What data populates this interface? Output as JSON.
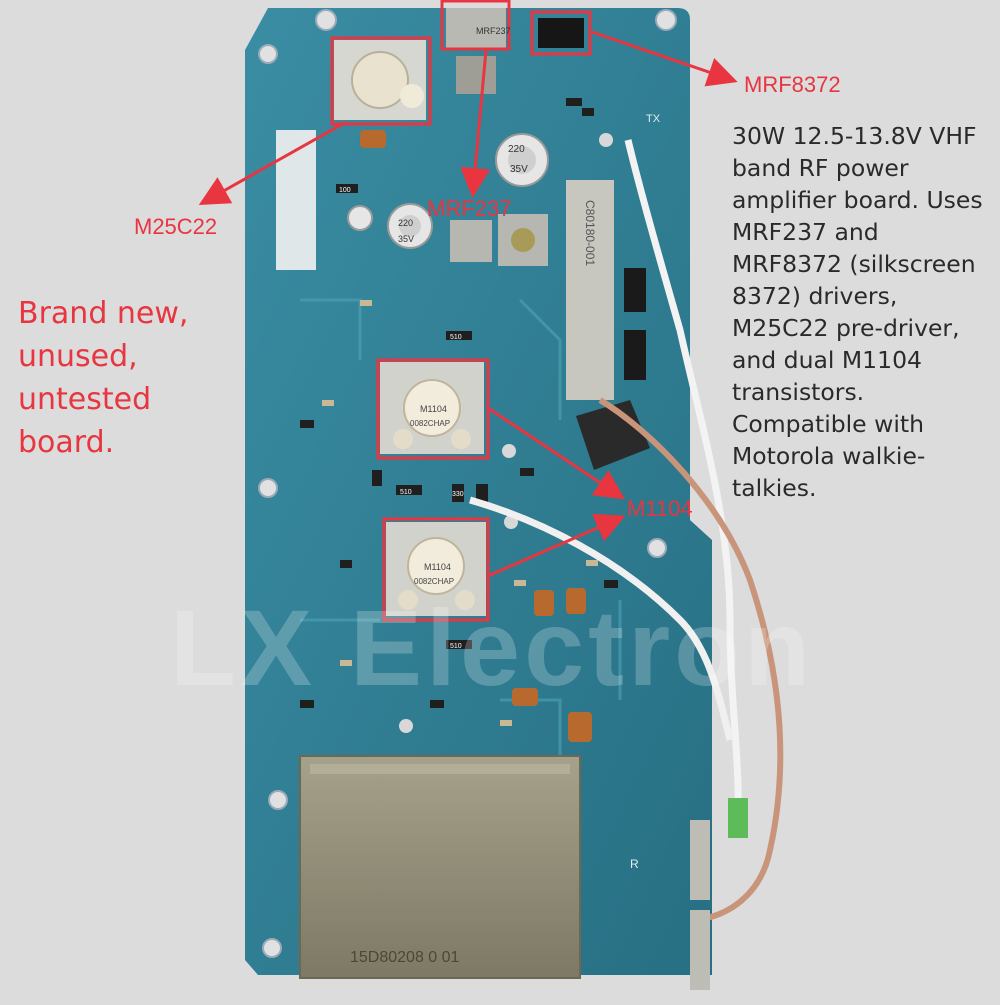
{
  "photo": {
    "description_text": "30W 12.5-13.8V VHF band RF power amplifier board. Uses MRF237 and MRF8372 (silkscreen 8372) drivers, M25C22 pre-driver, and dual M1104 transistors. Compatible with Motorola walkie-talkies.",
    "condition_text": "Brand new, unused, untested board.",
    "watermark": "LX Electron",
    "callouts": {
      "m25c22": "M25C22",
      "mrf237": "MRF237",
      "mrf8372": "MRF8372",
      "m1104": "M1104"
    },
    "board_markings": {
      "mrf237_can": "MRF237",
      "cap_a_value": "220",
      "cap_a_voltage": "35V",
      "cap_b_value": "220",
      "cap_b_voltage": "35V",
      "transistor_marking": "M1104",
      "transistor_code": "0082CHAP",
      "shield_code": "15D80208 0 01",
      "coil_label": "C80180-001",
      "port_tx": "TX",
      "port_r": "R",
      "smd_510": "510",
      "smd_100": "100",
      "smd_330": "330"
    },
    "colors": {
      "background": "#dcdcdc",
      "pcb": "#2e7f95",
      "annotation_red": "#e8353f",
      "shield": "#8e8a74"
    }
  }
}
